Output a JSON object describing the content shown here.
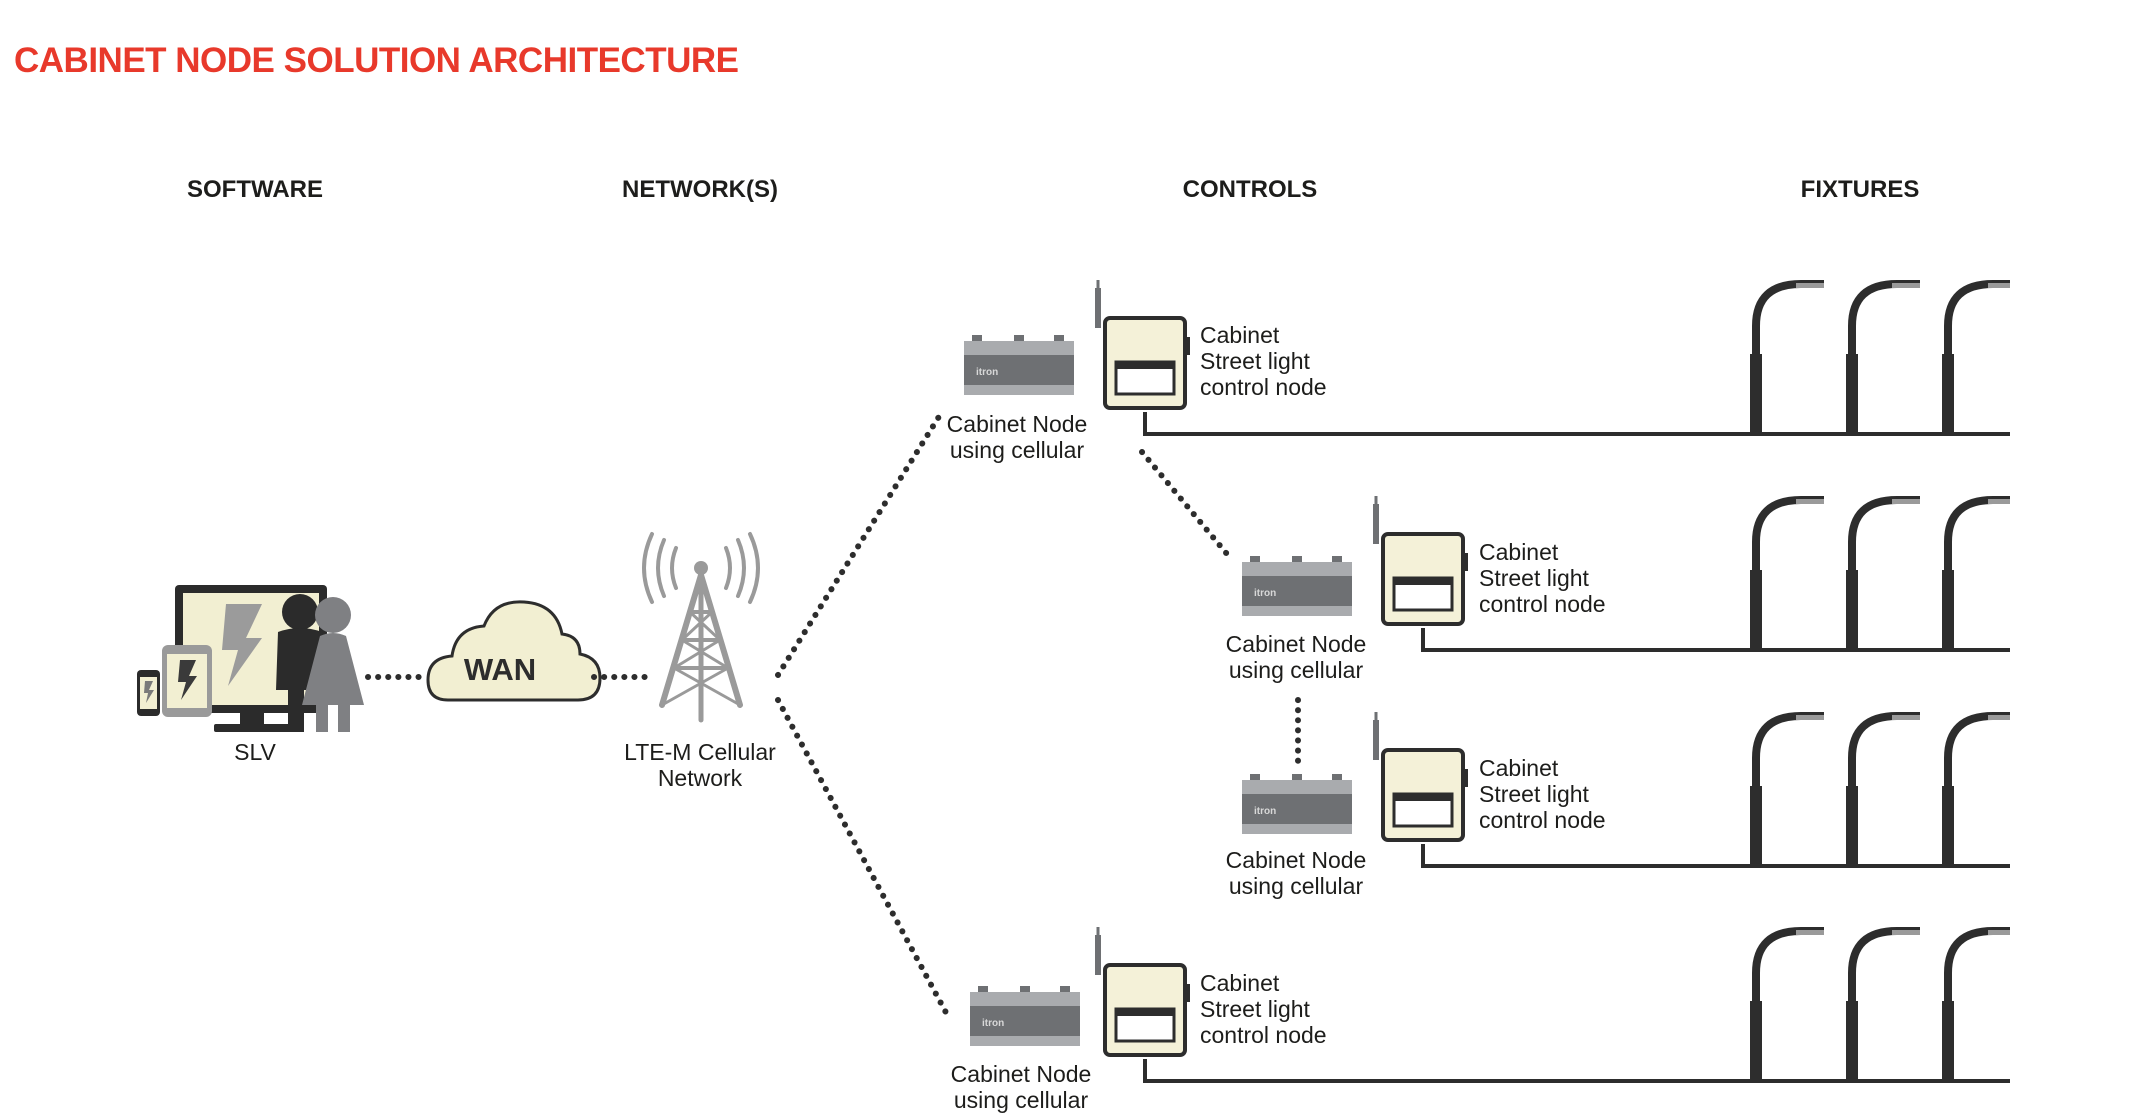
{
  "title": "CABINET NODE SOLUTION ARCHITECTURE",
  "columns": {
    "software": "SOFTWARE",
    "networks": "NETWORK(S)",
    "controls": "CONTROLS",
    "fixtures": "FIXTURES"
  },
  "software": {
    "label": "SLV"
  },
  "wan": {
    "label": "WAN"
  },
  "tower": {
    "line1": "LTE-M Cellular",
    "line2": "Network"
  },
  "node": {
    "line1": "Cabinet Node",
    "line2": "using cellular"
  },
  "cabinet": {
    "line1": "Cabinet",
    "line2": "Street light",
    "line3": "control node"
  },
  "colors": {
    "title": "#e8392b",
    "text": "#1d1d1b",
    "line": "#2d2d2d",
    "cabinet_fill": "#f4f1d8",
    "device_body": "#6e7073",
    "device_top": "#a9abae",
    "screen_fill": "#f2efd2",
    "tower": "#9a9a9a"
  },
  "icons": [
    "monitor-icon",
    "tablet-icon",
    "phone-icon",
    "people-icon",
    "cloud-icon",
    "cell-tower-icon",
    "node-device-icon",
    "cabinet-icon",
    "street-light-icon"
  ]
}
